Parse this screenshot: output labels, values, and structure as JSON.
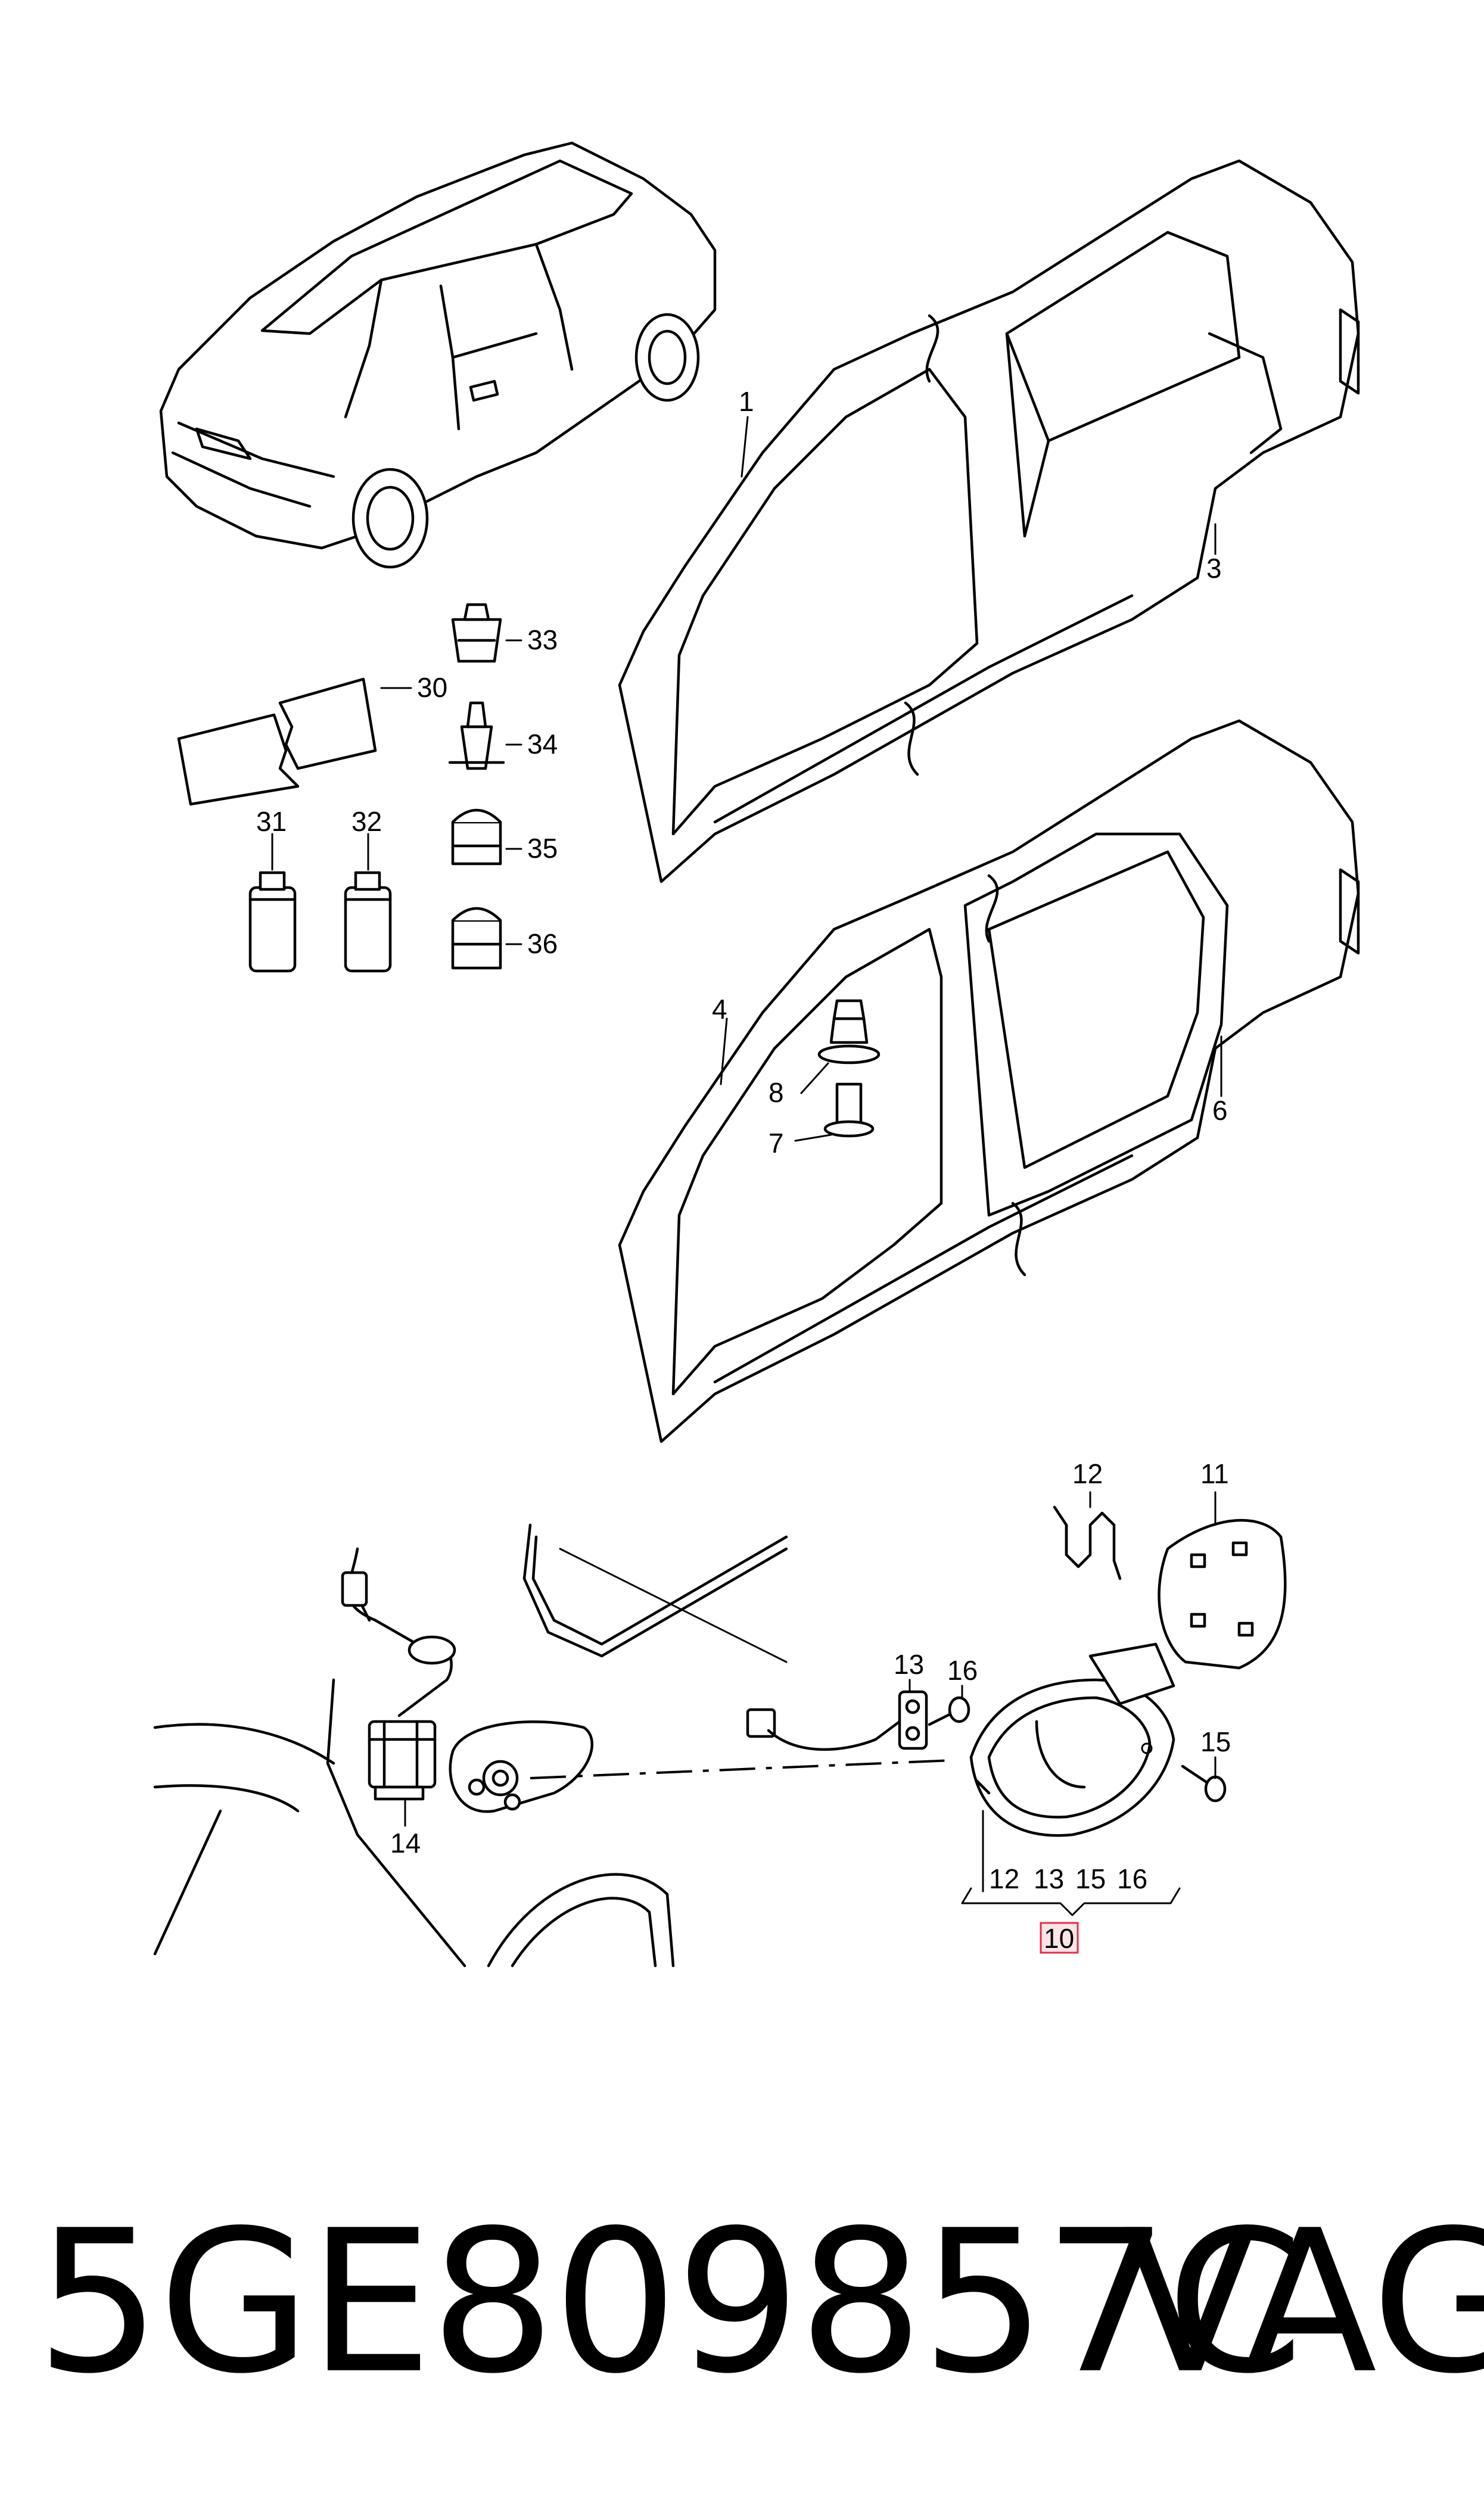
{
  "diagram": {
    "callouts": {
      "c1": "1",
      "c3": "3",
      "c4": "4",
      "c6": "6",
      "c7": "7",
      "c8": "8",
      "c10": "10",
      "c11": "11",
      "c12": "12",
      "c13": "13",
      "c14": "14",
      "c15": "15",
      "c16": "16",
      "c30": "30",
      "c31": "31",
      "c32": "32",
      "c33": "33",
      "c34": "34",
      "c35": "35",
      "c36": "36"
    },
    "kit_items": [
      "12",
      "13",
      "15",
      "16"
    ],
    "highlight_color": "#e0304a"
  },
  "footer": {
    "part_number": "5GE809857C",
    "brand": "VAG"
  }
}
